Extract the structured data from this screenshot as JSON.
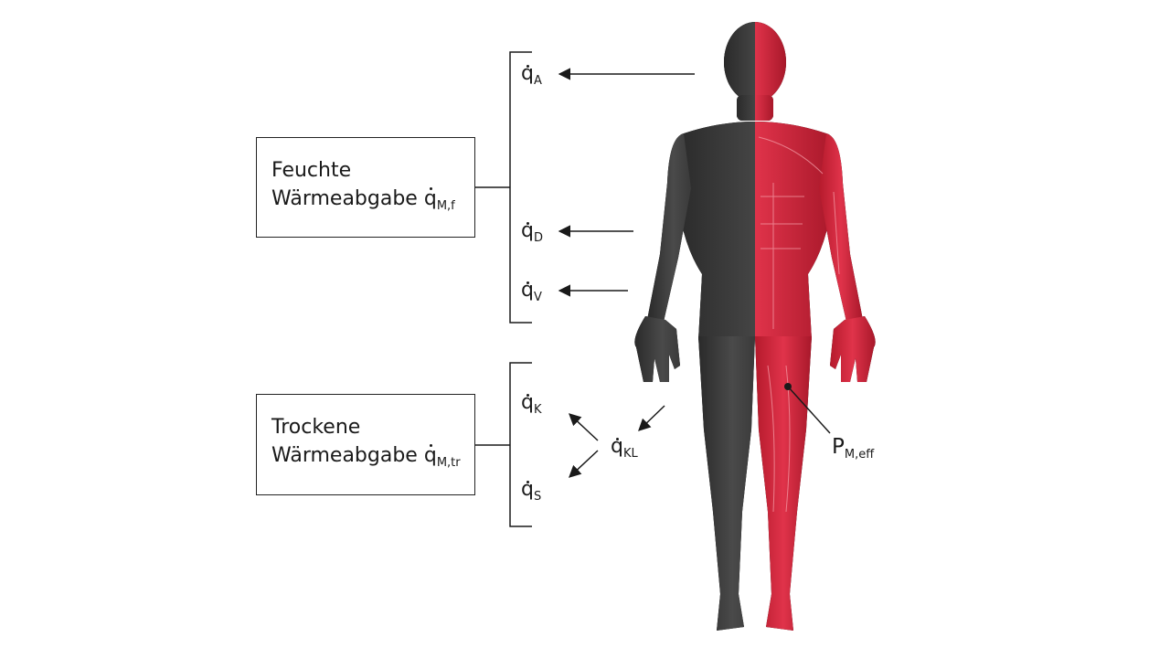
{
  "boxes": {
    "feuchte": {
      "line1": "Feuchte",
      "line2_text": "Wärmeabgabe ",
      "symbol": "q",
      "sub": "M,f"
    },
    "trockene": {
      "line1": "Trockene",
      "line2_text": "Wärmeabgabe ",
      "symbol": "q",
      "sub": "M,tr"
    }
  },
  "labels": {
    "qA": {
      "symbol": "q",
      "sub": "A"
    },
    "qD": {
      "symbol": "q",
      "sub": "D"
    },
    "qV": {
      "symbol": "q",
      "sub": "V"
    },
    "qK": {
      "symbol": "q",
      "sub": "K"
    },
    "qS": {
      "symbol": "q",
      "sub": "S"
    },
    "qKL": {
      "symbol": "q",
      "sub": "KL"
    },
    "pMeff": {
      "symbol": "P",
      "sub": "M,eff"
    }
  },
  "colors": {
    "line": "#1a1a1a",
    "skin_gray": "#3c3c3c",
    "muscle_red": "#d5263a"
  }
}
